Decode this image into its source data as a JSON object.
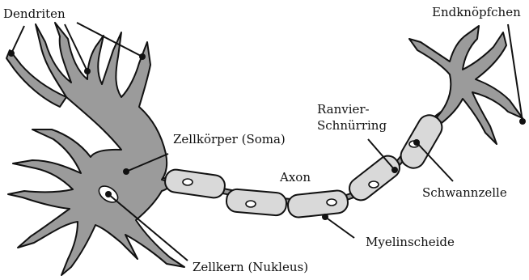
{
  "diagram": {
    "labels": {
      "dendrites": "Dendriten",
      "terminals": "Endknöpfchen",
      "soma": "Zellkörper (Soma)",
      "node": "Ranvier-",
      "node2": "Schnürring",
      "axon": "Axon",
      "schwann": "Schwannzelle",
      "myelin": "Myelinscheide",
      "nucleus": "Zellkern (Nukleus)"
    },
    "colors": {
      "cell_fill": "#9b9b9b",
      "sheath_fill": "#d9d9d9",
      "outline": "#111111"
    }
  }
}
